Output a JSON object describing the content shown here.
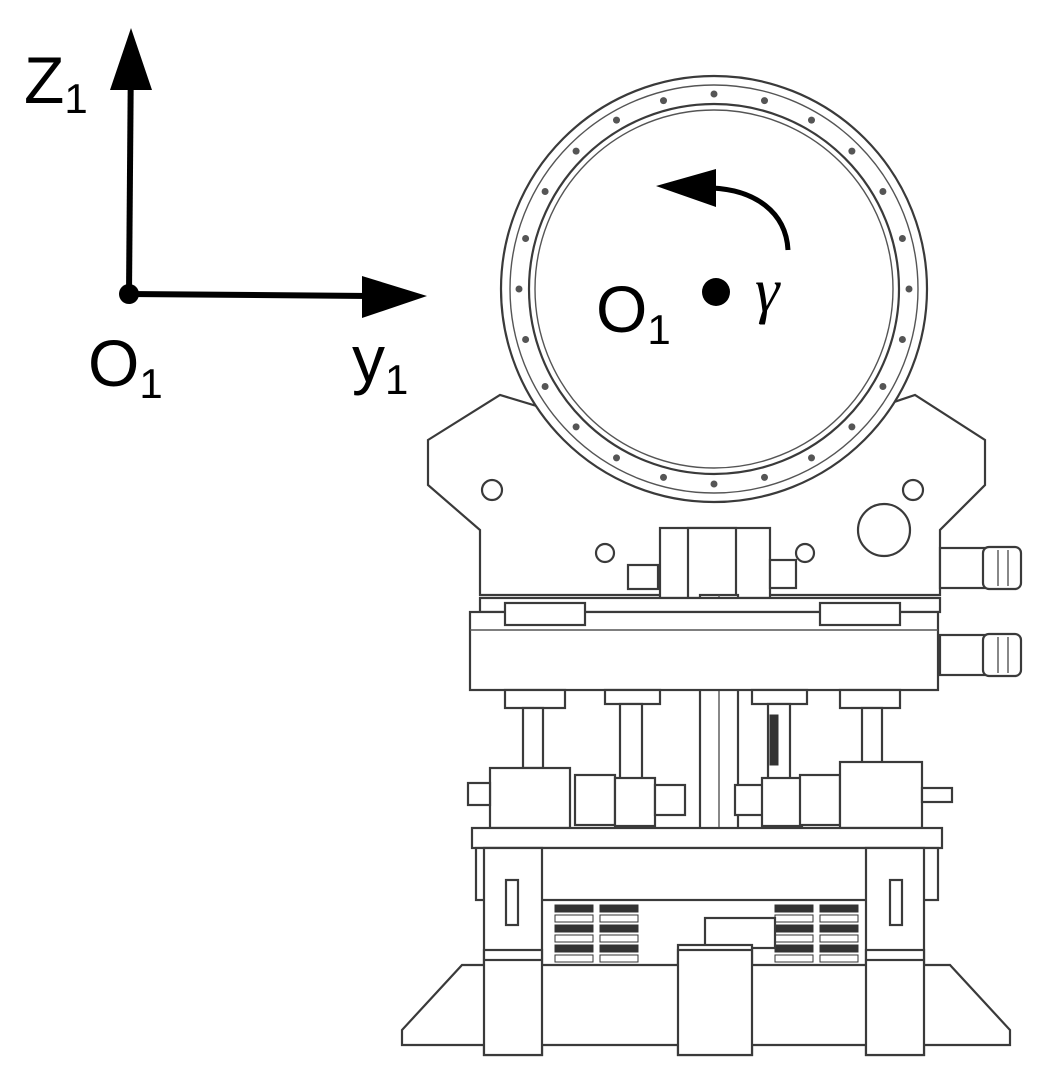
{
  "frame": {
    "z_axis": {
      "letter": "Z",
      "subscript": "1"
    },
    "y_axis": {
      "letter": "y",
      "subscript": "1"
    },
    "origin": {
      "letter": "O",
      "subscript": "1"
    }
  },
  "device": {
    "center": {
      "letter": "O",
      "subscript": "1"
    },
    "rotation_symbol": "γ"
  },
  "colors": {
    "ink": "#000000",
    "line": "#3a3a3a"
  }
}
